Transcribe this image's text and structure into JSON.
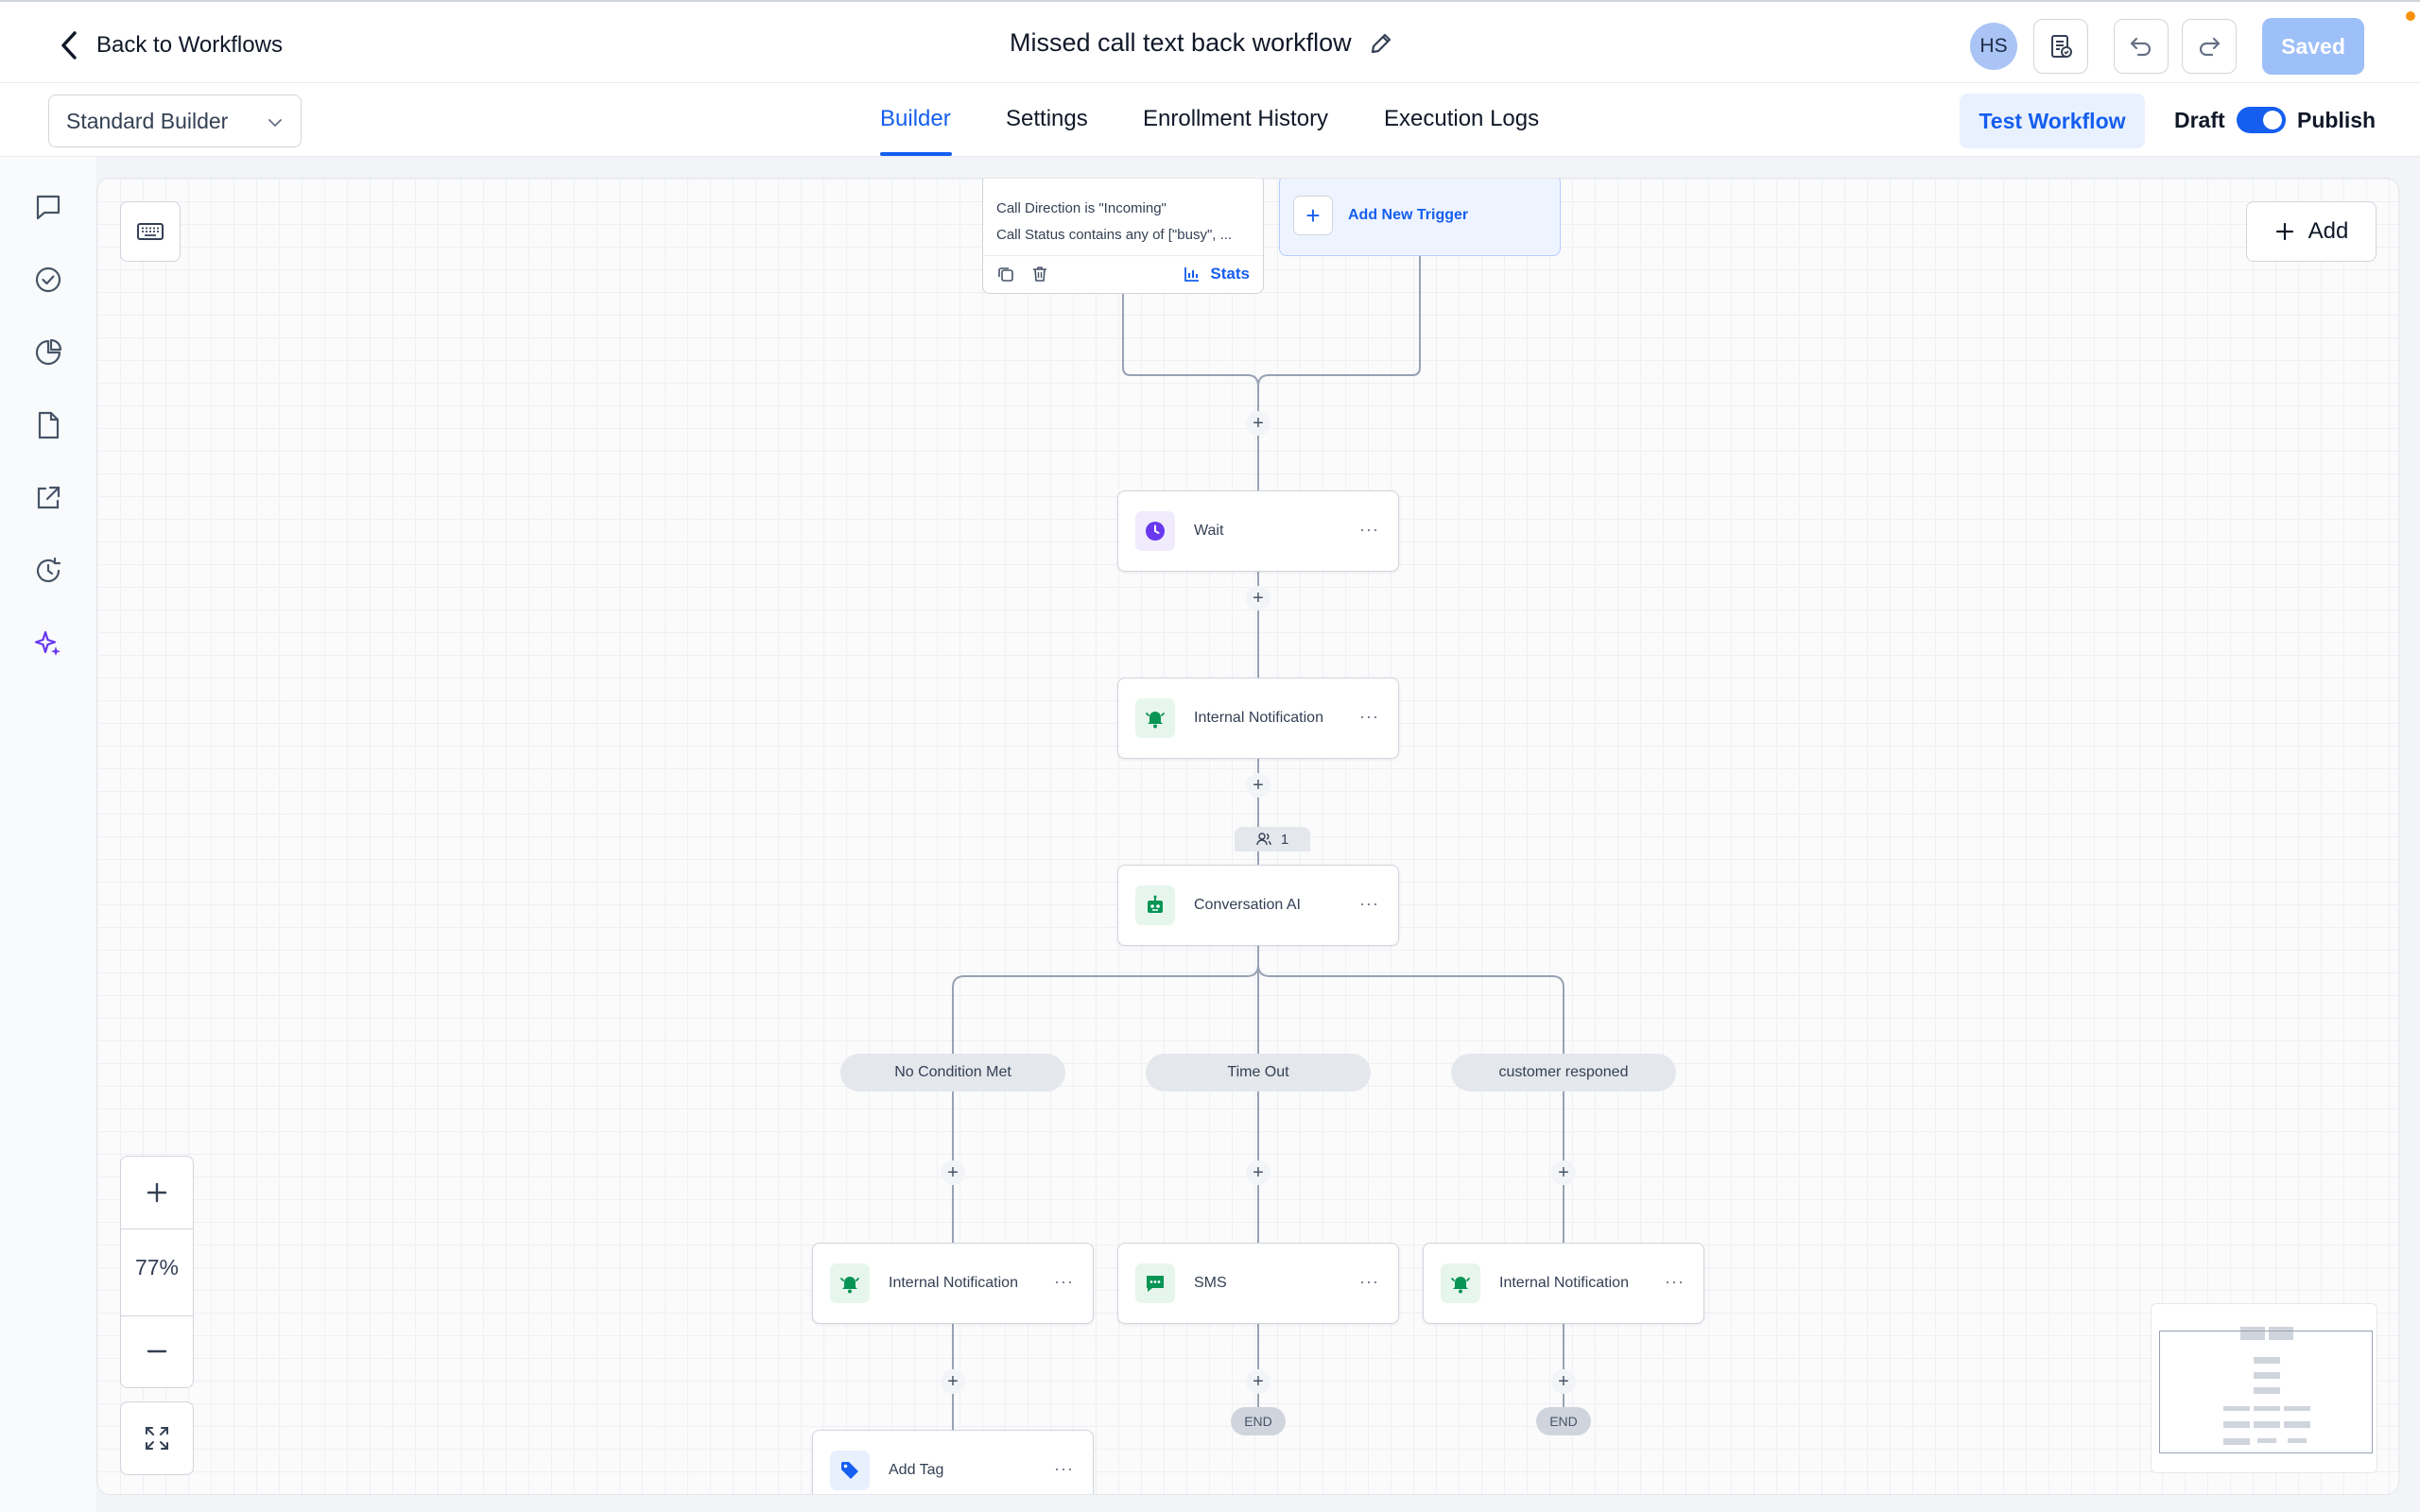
{
  "header": {
    "back_label": "Back to Workflows",
    "workflow_title": "Missed call text back workflow",
    "avatar_initials": "HS",
    "saved_label": "Saved"
  },
  "subbar": {
    "builder_select_value": "Standard Builder",
    "tabs": [
      {
        "label": "Builder",
        "active": true
      },
      {
        "label": "Settings",
        "active": false
      },
      {
        "label": "Enrollment History",
        "active": false
      },
      {
        "label": "Execution Logs",
        "active": false
      }
    ],
    "test_workflow_label": "Test Workflow",
    "draft_label": "Draft",
    "publish_label": "Publish"
  },
  "canvas": {
    "trigger": {
      "filters": [
        "Call Direction is \"Incoming\"",
        "Call Status contains any of [\"busy\", ..."
      ],
      "stats_label": "Stats"
    },
    "add_trigger_label": "Add New Trigger",
    "add_label": "Add",
    "steps": {
      "wait": "Wait",
      "notification_1": "Internal Notification",
      "conversation_ai": "Conversation AI",
      "conversation_ai_count": "1"
    },
    "branches": [
      "No Condition Met",
      "Time Out",
      "customer responed"
    ],
    "branch_steps": {
      "left_1": "Internal Notification",
      "left_2": "Add Tag",
      "middle_1": "SMS",
      "right_1": "Internal Notification"
    },
    "end_label": "END",
    "plus_glyph": "+",
    "dots_glyph": "···",
    "zoom_level": "77%"
  },
  "colors": {
    "accent": "#155eef",
    "wait_icon": "#6938ef",
    "notification_icon": "#079455",
    "tag_icon": "#155eef"
  }
}
